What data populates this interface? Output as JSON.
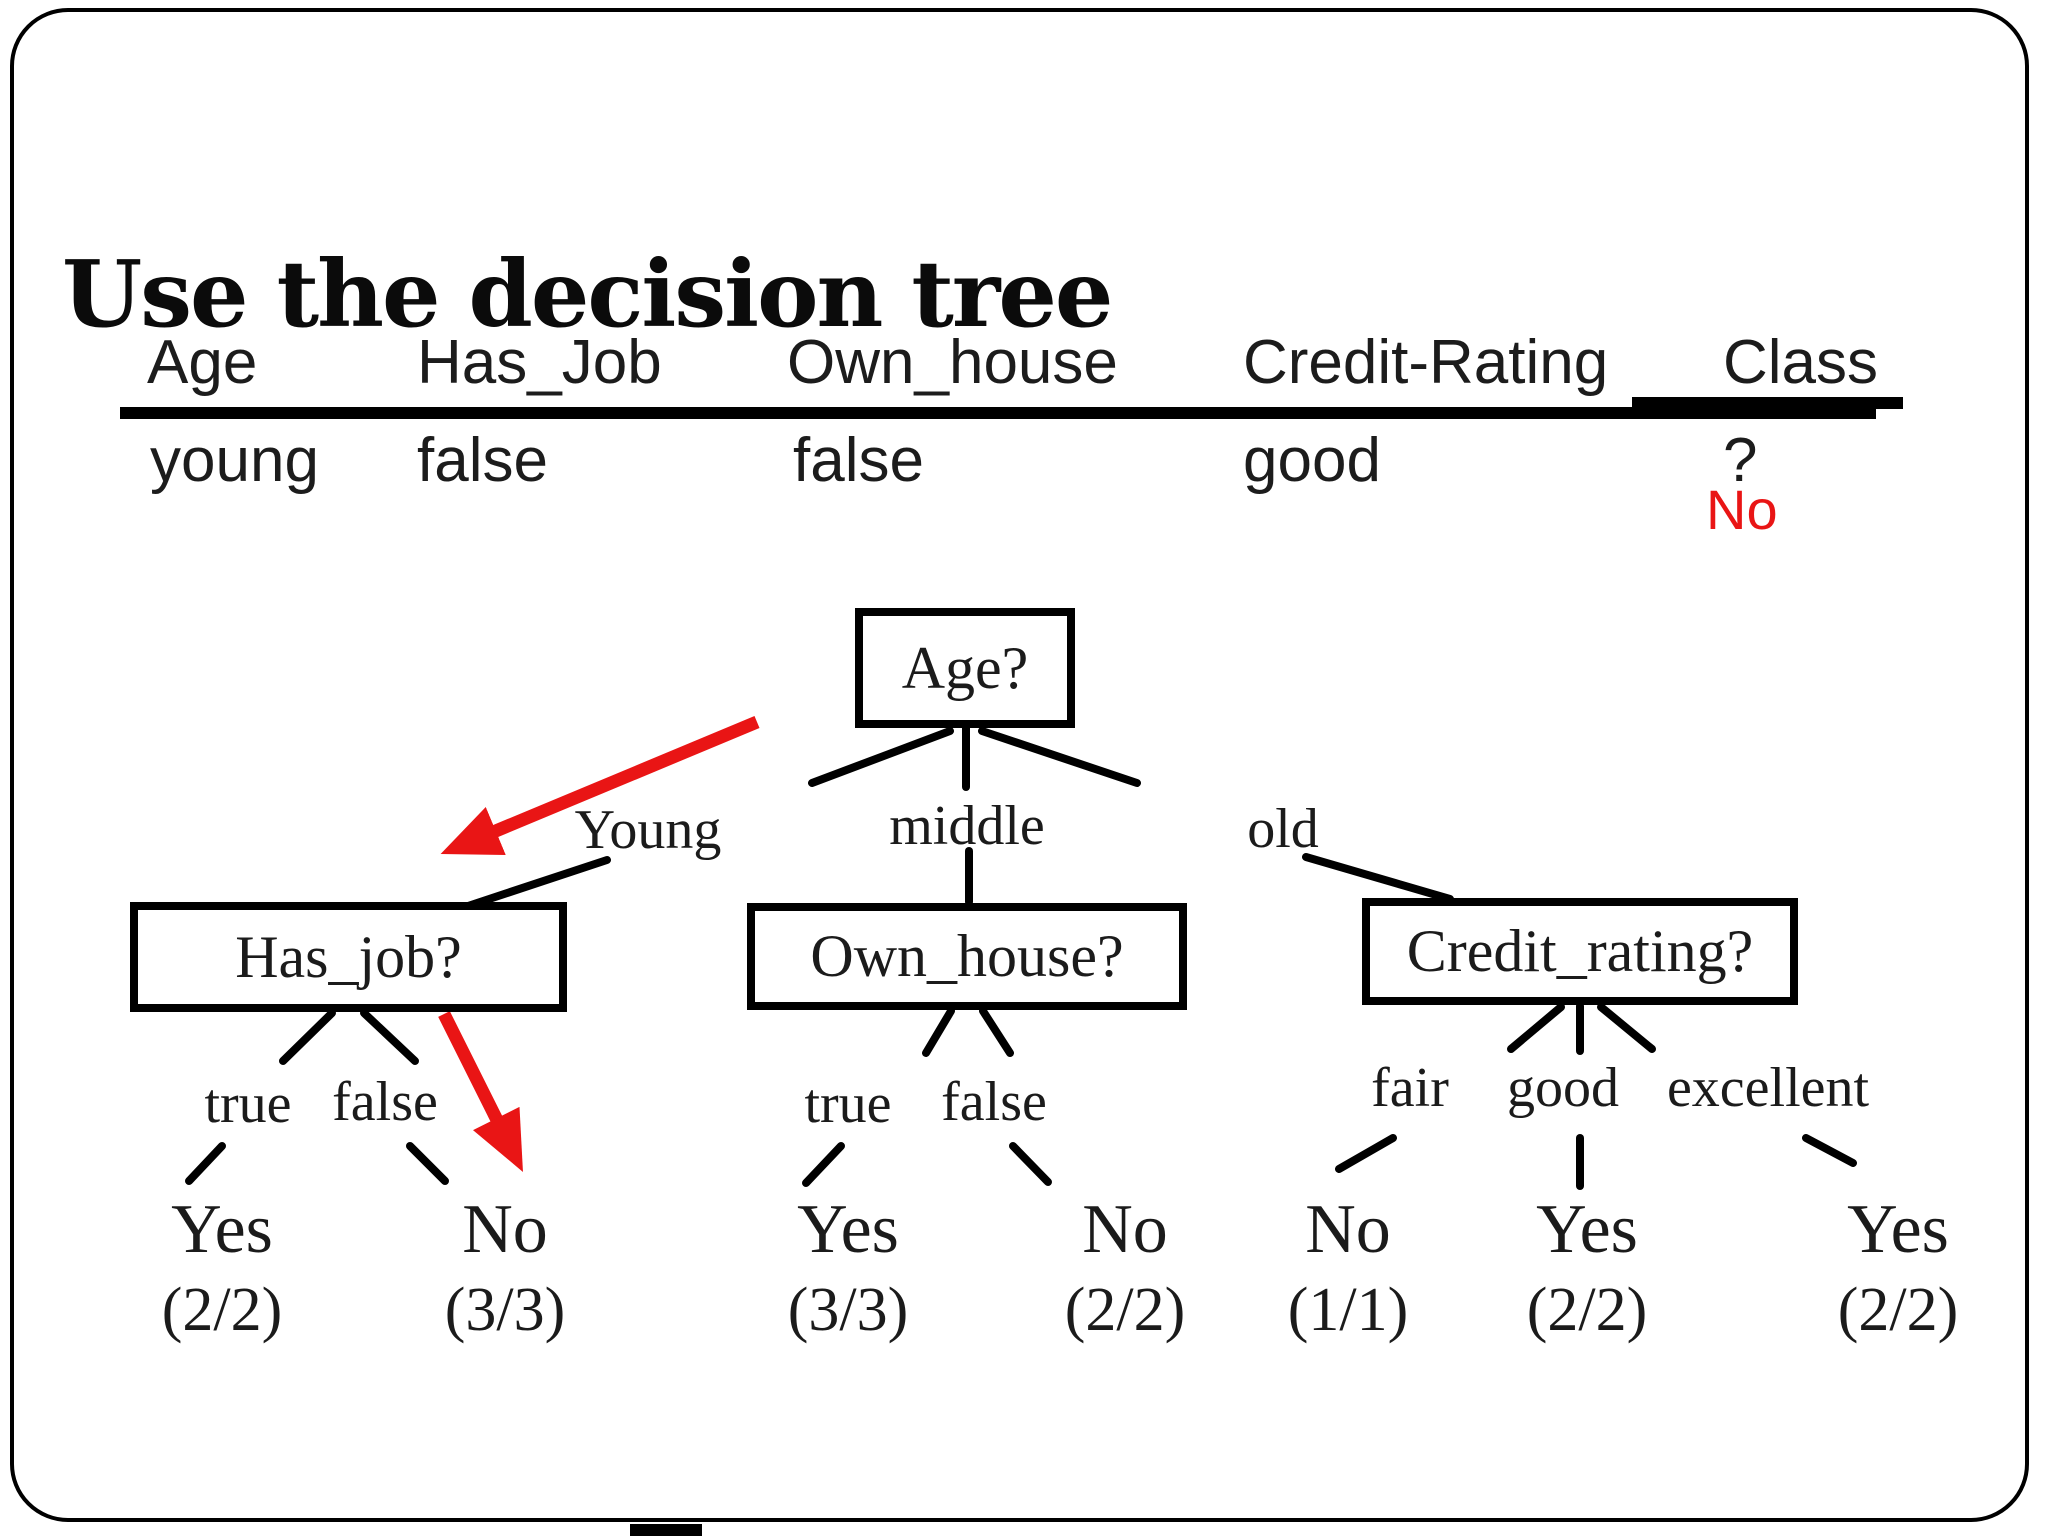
{
  "title": "Use the decision tree",
  "table": {
    "headers": [
      "Age",
      "Has_Job",
      "Own_house",
      "Credit-Rating",
      "Class"
    ],
    "row": {
      "age": "young",
      "has_job": "false",
      "own_house": "false",
      "credit_rating": "good",
      "class": "?"
    },
    "predicted_class": "No"
  },
  "tree": {
    "root": {
      "label": "Age?"
    },
    "subtrees": [
      {
        "edge": "Young",
        "node": "Has_job?",
        "leaves": [
          {
            "edge": "true",
            "label": "Yes",
            "count": "(2/2)"
          },
          {
            "edge": "false",
            "label": "No",
            "count": "(3/3)"
          }
        ]
      },
      {
        "edge": "middle",
        "node": "Own_house?",
        "leaves": [
          {
            "edge": "true",
            "label": "Yes",
            "count": "(3/3)"
          },
          {
            "edge": "false",
            "label": "No",
            "count": "(2/2)"
          }
        ]
      },
      {
        "edge": "old",
        "node": "Credit_rating?",
        "leaves": [
          {
            "edge": "fair",
            "label": "No",
            "count": "(1/1)"
          },
          {
            "edge": "good",
            "label": "Yes",
            "count": "(2/2)"
          },
          {
            "edge": "excellent",
            "label": "Yes",
            "count": "(2/2)"
          }
        ]
      }
    ]
  },
  "annotations": {
    "arrows": [
      {
        "name": "root-to-young-branch",
        "color": "#e91515"
      },
      {
        "name": "hasjob-false-to-no-leaf",
        "color": "#e91515"
      }
    ]
  },
  "colors": {
    "accent_red": "#e91515",
    "ink": "#111111"
  }
}
